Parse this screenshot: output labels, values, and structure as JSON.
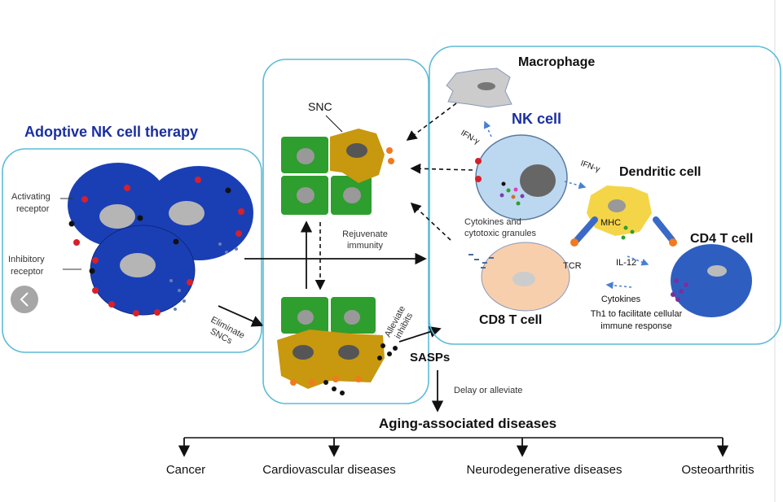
{
  "left_panel": {
    "title": "Adoptive NK cell therapy",
    "activating_label_1": "Activating",
    "activating_label_2": "receptor",
    "inhibitory_label_1": "Inhibitory",
    "inhibitory_label_2": "receptor",
    "eliminate_1": "Eliminate",
    "eliminate_2": "SNCs"
  },
  "middle_panel": {
    "snc_label": "SNC",
    "rejuvenate_1": "Rejuvenate",
    "rejuvenate_2": "immunity",
    "alleviate_1": "Alleviate",
    "alleviate_2": "inhibits",
    "sasps": "SASPs"
  },
  "right_panel": {
    "macrophage": "Macrophage",
    "nk_cell": "NK cell",
    "ifn1": "IFN-γ",
    "ifn2": "IFN-γ",
    "dendritic_cell": "Dendritic cell",
    "cytokines_granules_1": "Cytokines and",
    "cytokines_granules_2": "cytotoxic granules",
    "mhc": "MHC",
    "tcr": "TCR",
    "il12": "IL-12",
    "cd4": "CD4 T cell",
    "cd8": "CD8 T cell",
    "cytokines": "Cytokines",
    "th1_1": "Th1 to facilitate cellular",
    "th1_2": "immune response"
  },
  "outcome": {
    "delay": "Delay or alleviate",
    "title": "Aging-associated diseases",
    "diseases": [
      "Cancer",
      "Cardiovascular diseases",
      "Neurodegenerative diseases",
      "Osteoarthritis"
    ]
  },
  "player": {
    "back_icon": "chevron-left-icon"
  },
  "colors": {
    "nk_blue": "#1a2fa0",
    "box": "#5bbcd6",
    "snc": "#c8980e",
    "green": "#2e9e2e"
  }
}
